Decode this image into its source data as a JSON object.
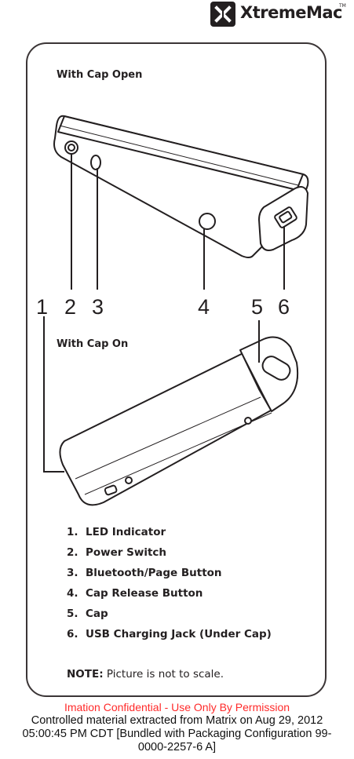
{
  "brand": {
    "name": "XtremeMac",
    "tm": "TM"
  },
  "sections": {
    "cap_open": "With Cap Open",
    "cap_on": "With Cap On"
  },
  "callouts": [
    "1",
    "2",
    "3",
    "4",
    "5",
    "6"
  ],
  "legend": [
    {
      "num": "1.",
      "label": "LED Indicator"
    },
    {
      "num": "2.",
      "label": "Power Switch"
    },
    {
      "num": "3.",
      "label": "Bluetooth/Page Button"
    },
    {
      "num": "4.",
      "label": "Cap Release Button"
    },
    {
      "num": "5.",
      "label": "Cap"
    },
    {
      "num": "6.",
      "label": "USB Charging Jack (Under Cap)"
    }
  ],
  "note": {
    "prefix": "NOTE:",
    "text": " Picture is not to scale."
  },
  "watermark": "Imation Confidential - Use Only By Permission",
  "footer": [
    "Controlled material extracted from Matrix on Aug 29, 2012",
    "05:00:45 PM CDT [Bundled with Packaging Configuration 99-",
    "0000-2257-6 A]"
  ]
}
